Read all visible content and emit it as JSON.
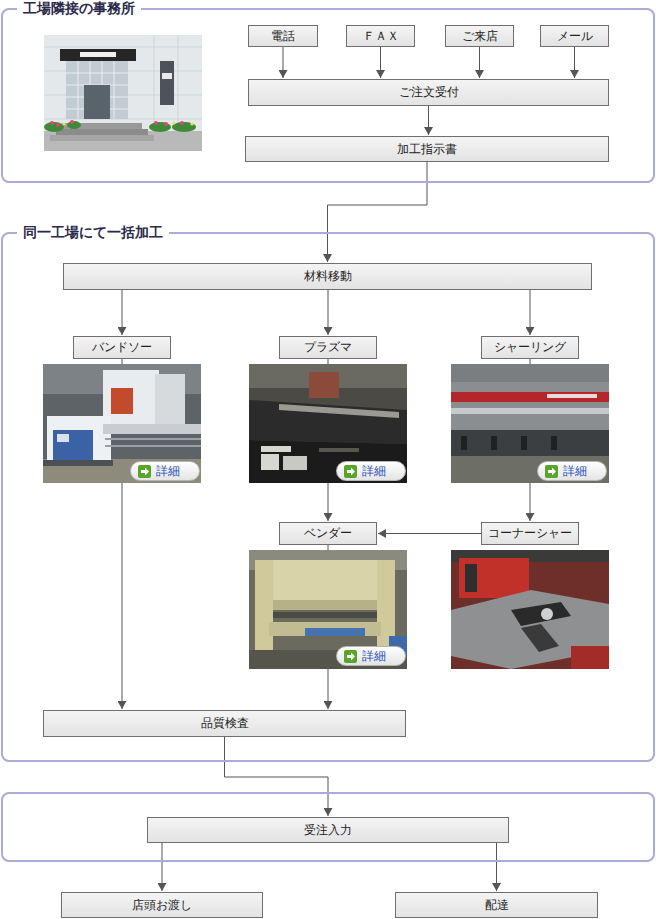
{
  "diagram": {
    "nodes": [
      {
        "text": [
          "工場隣接の事務所"
        ]
      },
      {
        "text": [
          "電話"
        ],
        "in": 0
      },
      {
        "text": [
          "ＦＡＸ"
        ],
        "in": 0
      },
      {
        "text": [
          "ご来店"
        ],
        "in": 0
      },
      {
        "text": [
          "メール"
        ],
        "in": 0
      },
      {
        "text": [
          "ご注文受付"
        ],
        "in": 0
      },
      {
        "text": [
          "加工指示書"
        ],
        "in": 0
      },
      {
        "text": [
          "同一工場にて一括加工"
        ]
      },
      {
        "text": [
          "材料移動"
        ],
        "in": 7
      },
      {
        "text": [
          "バンドソー"
        ],
        "in": 7
      },
      {
        "text": [
          "プラズマ"
        ],
        "in": 7
      },
      {
        "text": [
          "シャーリング"
        ],
        "in": 7
      },
      {
        "text": [
          "ベンダー"
        ],
        "in": 7
      },
      {
        "text": [
          "コーナーシャー"
        ],
        "in": 7
      },
      {
        "text": [
          "品質検査"
        ],
        "in": 7
      },
      {
        "text": [
          "受注入力"
        ]
      },
      {
        "text": [
          "店頭お渡し"
        ]
      },
      {
        "text": [
          "配達"
        ]
      }
    ],
    "edges": [
      {
        "from": 1,
        "to": 5,
        "arrow": "to"
      },
      {
        "from": 2,
        "to": 5,
        "arrow": "to"
      },
      {
        "from": 3,
        "to": 5,
        "arrow": "to"
      },
      {
        "from": 4,
        "to": 5,
        "arrow": "to"
      },
      {
        "from": 5,
        "to": 6,
        "arrow": "to"
      },
      {
        "from": 6,
        "to": 8,
        "arrow": "to"
      },
      {
        "from": 8,
        "to": 9,
        "arrow": "to"
      },
      {
        "from": 8,
        "to": 10,
        "arrow": "to"
      },
      {
        "from": 8,
        "to": 11,
        "arrow": "to"
      },
      {
        "from": 9,
        "to": 14,
        "arrow": "to"
      },
      {
        "from": 10,
        "to": 12,
        "arrow": "to"
      },
      {
        "from": 11,
        "to": 13,
        "arrow": "to"
      },
      {
        "from": 13,
        "to": 12,
        "arrow": "to"
      },
      {
        "from": 12,
        "to": 14,
        "arrow": "to"
      },
      {
        "from": 14,
        "to": 15,
        "arrow": "to"
      },
      {
        "from": 15,
        "to": 16,
        "arrow": "to"
      },
      {
        "from": 15,
        "to": 17,
        "arrow": "to"
      }
    ],
    "labels": [
      "詳細",
      "詳細",
      "詳細",
      "詳細"
    ]
  }
}
